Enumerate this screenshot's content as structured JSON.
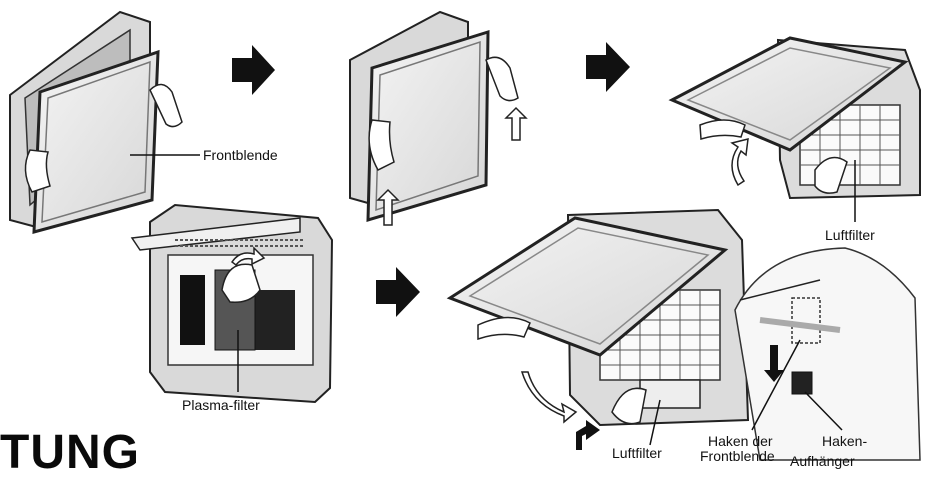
{
  "labels": {
    "frontblende": "Frontblende",
    "luftfilter_top": "Luftfilter",
    "plasma_filter": "Plasma-filter",
    "luftfilter_bottom": "Luftfilter",
    "haken_der_line1": "Haken der",
    "haken_der_line2": "Frontblende",
    "haken_line1": "Haken-",
    "haken_line2": "Aufhänger"
  },
  "heading": "TUNG",
  "colors": {
    "ink": "#111111",
    "arrow": "#111111",
    "panel": "#e9e9e9",
    "frame": "#3a3a3a"
  },
  "icons": [
    "step-arrow-icon",
    "curved-arrow-icon",
    "hand-icon"
  ]
}
